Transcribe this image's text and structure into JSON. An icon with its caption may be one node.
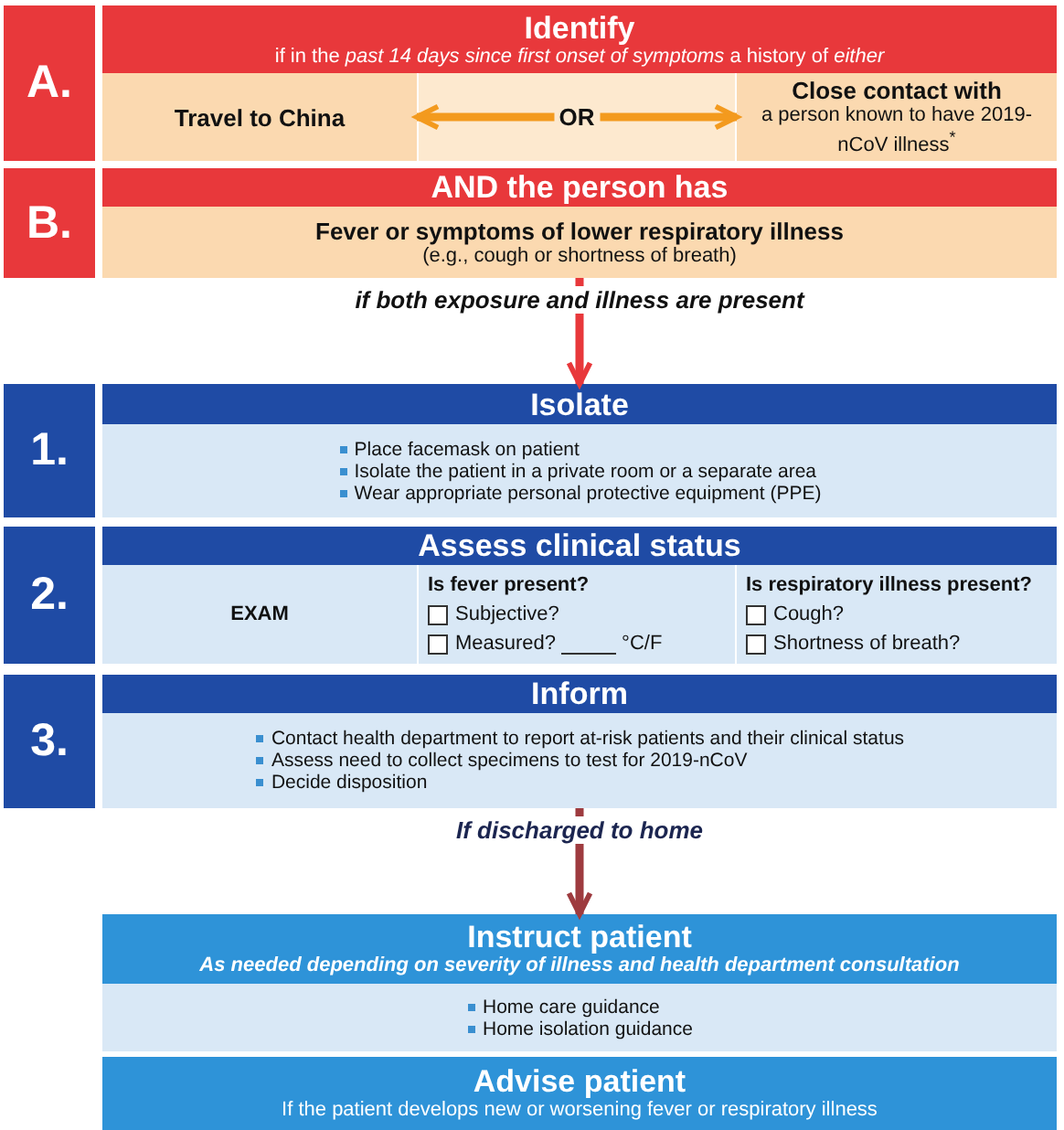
{
  "diagram": {
    "nodes": [
      {
        "text": [
          "A."
        ]
      },
      {
        "text": [
          "Identify",
          "if in the *past 14 days since first onset of symptoms* a history of *either*"
        ]
      },
      {
        "text": [
          "Travel to China"
        ],
        "in": 1
      },
      {
        "text": [
          "Close contact with",
          "a person known to have 2019-nCoV illness$^{*}$"
        ],
        "in": 1
      },
      {
        "text": [
          "B."
        ]
      },
      {
        "text": [
          "AND the person has",
          "Fever or symptoms of lower respiratory illness",
          "(e.g., cough or shortness of breath)"
        ]
      },
      {
        "text": [
          "1."
        ]
      },
      {
        "text": [
          "Isolate",
          "Place facemask on patient",
          "Isolate the patient in a private room or a separate area",
          "Wear appropriate personal protective equipment (PPE)"
        ]
      },
      {
        "text": [
          "2."
        ]
      },
      {
        "text": [
          "Assess clinical status"
        ]
      },
      {
        "text": [
          "EXAM"
        ],
        "in": 9
      },
      {
        "text": [
          "Is fever present?",
          "Subjective?",
          "Measured?",
          "°C/F"
        ],
        "in": 9
      },
      {
        "text": [
          "Is respiratory illness present?",
          "Cough?",
          "Shortness of breath?"
        ],
        "in": 9
      },
      {
        "text": [
          "3."
        ]
      },
      {
        "text": [
          "Inform",
          "Contact health department to report at-risk patients and their clinical status",
          "Assess need to collect specimens to test for 2019-nCoV",
          "Decide disposition"
        ]
      },
      {
        "text": [
          "Instruct patient",
          "As needed depending on severity of illness and health department consultation",
          "Home care guidance",
          "Home isolation guidance"
        ]
      },
      {
        "text": [
          "Advise patient",
          "If the patient develops new or worsening fever or respiratory illness"
        ]
      }
    ],
    "edges": [
      {
        "from": 2,
        "to": 3,
        "arrow": "both",
        "label": "OR",
        "color": "#f39a1e"
      },
      {
        "from": 5,
        "to": 7,
        "arrow": "to",
        "label": "if both exposure and illness are present",
        "color": "#e8383b"
      },
      {
        "from": 14,
        "to": 15,
        "arrow": "to",
        "label": "If discharged to home",
        "color": "#9e3b3f"
      }
    ]
  }
}
